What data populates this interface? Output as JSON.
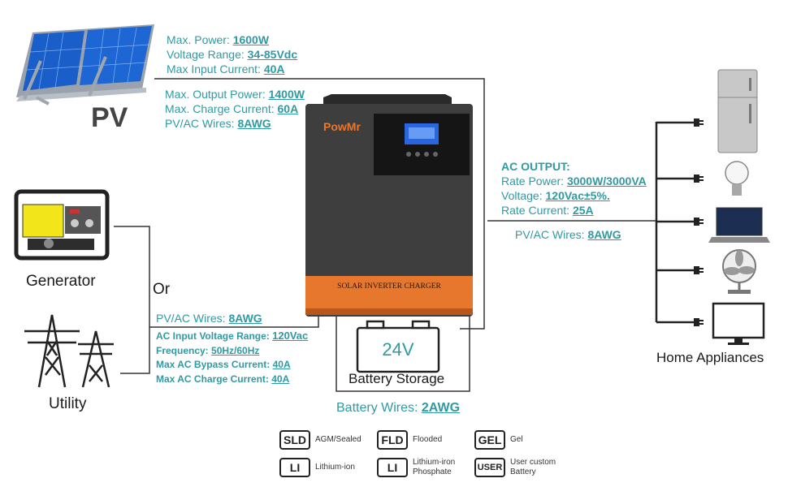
{
  "pv": {
    "label": "PV",
    "specs": [
      {
        "label": "Max. Power: ",
        "value": "1600W"
      },
      {
        "label": "Voltage Range: ",
        "value": "34-85Vdc"
      },
      {
        "label": "Max Input Current: ",
        "value": "40A"
      }
    ]
  },
  "charge": {
    "specs": [
      {
        "label": "Max. Output Power: ",
        "value": "1400W"
      },
      {
        "label": "Max. Charge Current: ",
        "value": "60A"
      },
      {
        "label": "PV/AC Wires: ",
        "value": "8AWG"
      }
    ]
  },
  "inverter": {
    "brand": "PowMr",
    "band_text": "SOLAR INVERTER CHARGER"
  },
  "ac_output": {
    "heading": "AC OUTPUT:",
    "specs": [
      {
        "label": "Rate Power: ",
        "value": "3000W/3000VA"
      },
      {
        "label": "Voltage: ",
        "value": "120Vac±5%."
      },
      {
        "label": "Rate Current: ",
        "value": "25A"
      }
    ],
    "wires": {
      "label": "PV/AC Wires: ",
      "value": "8AWG"
    }
  },
  "input": {
    "generator_label": "Generator",
    "or_label": "Or",
    "utility_label": "Utility",
    "wires": {
      "label": "PV/AC Wires: ",
      "value": "8AWG"
    },
    "specs": [
      {
        "label": "AC Input Voltage Range: ",
        "value": "120Vac"
      },
      {
        "label": "Frequency: ",
        "value": "50Hz/60Hz"
      },
      {
        "label": "Max AC Bypass Current: ",
        "value": "40A"
      },
      {
        "label": "Max AC Charge Current: ",
        "value": "40A"
      }
    ]
  },
  "battery": {
    "voltage": "24V",
    "label": "Battery Storage",
    "wires": {
      "label": "Battery Wires: ",
      "value": "2AWG"
    }
  },
  "appliances": {
    "label": "Home Appliances",
    "items": [
      "refrigerator",
      "light bulb",
      "laptop",
      "fan",
      "monitor"
    ]
  },
  "battery_types": [
    {
      "badge": "SLD",
      "text": "AGM/Sealed"
    },
    {
      "badge": "FLD",
      "text": "Flooded"
    },
    {
      "badge": "GEL",
      "text": "Gel"
    },
    {
      "badge": "LI",
      "text": "Lithium-ion"
    },
    {
      "badge": "LI",
      "text": "Lithium-iron Phosphate"
    },
    {
      "badge": "USER",
      "text": "User custom Battery"
    }
  ],
  "colors": {
    "accent": "#2f9aa3",
    "inverter_body": "#3e3e3e",
    "inverter_band": "#e8772e"
  }
}
